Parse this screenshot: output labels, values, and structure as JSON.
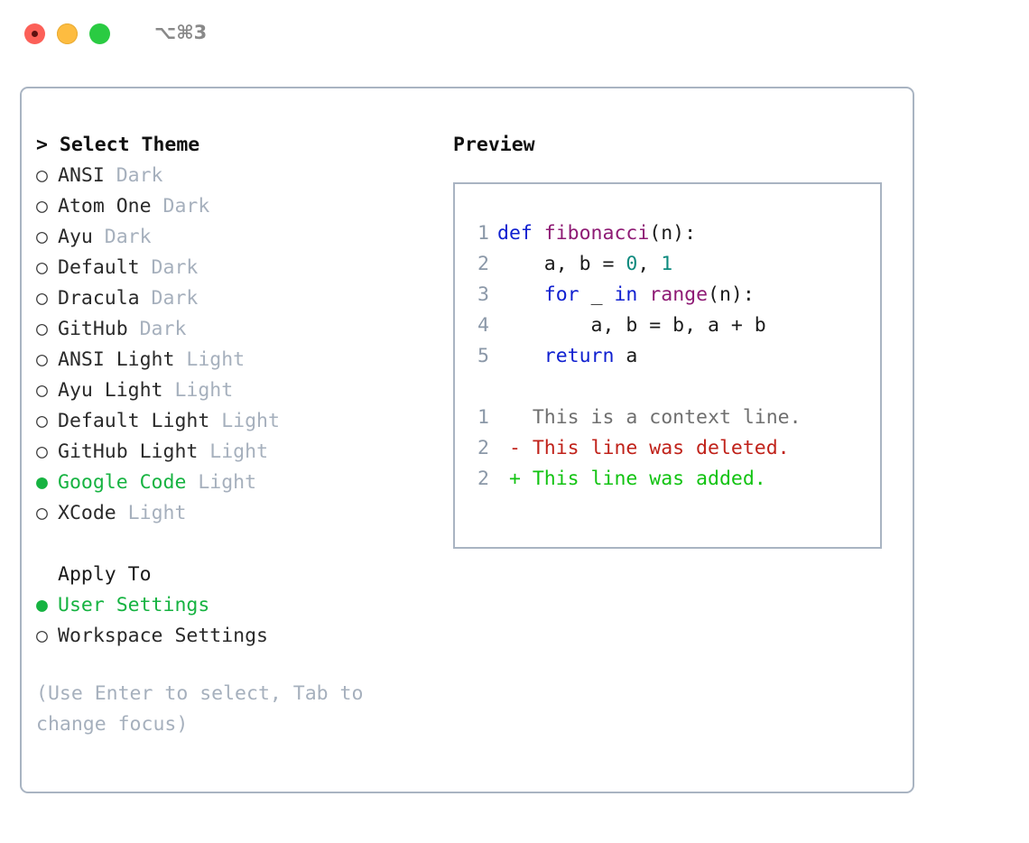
{
  "titlebar": {
    "shortcut": "⌥⌘3",
    "buttons": [
      {
        "name": "close",
        "color": "#fc6058"
      },
      {
        "name": "minimize",
        "color": "#fdbc40"
      },
      {
        "name": "maximize",
        "color": "#2acb42"
      }
    ]
  },
  "theme_section": {
    "header": "> Select Theme",
    "selected_bullet": "●",
    "unselected_bullet": "○",
    "items": [
      {
        "name": "ANSI",
        "tag": "Dark",
        "selected": false
      },
      {
        "name": "Atom One",
        "tag": "Dark",
        "selected": false
      },
      {
        "name": "Ayu",
        "tag": "Dark",
        "selected": false
      },
      {
        "name": "Default",
        "tag": "Dark",
        "selected": false
      },
      {
        "name": "Dracula",
        "tag": "Dark",
        "selected": false
      },
      {
        "name": "GitHub",
        "tag": "Dark",
        "selected": false
      },
      {
        "name": "ANSI Light",
        "tag": "Light",
        "selected": false
      },
      {
        "name": "Ayu Light",
        "tag": "Light",
        "selected": false
      },
      {
        "name": "Default Light",
        "tag": "Light",
        "selected": false
      },
      {
        "name": "GitHub Light",
        "tag": "Light",
        "selected": false
      },
      {
        "name": "Google Code",
        "tag": "Light",
        "selected": true
      },
      {
        "name": "XCode",
        "tag": "Light",
        "selected": false
      }
    ]
  },
  "apply_section": {
    "header": "Apply To",
    "items": [
      {
        "name": "User Settings",
        "selected": true
      },
      {
        "name": "Workspace Settings",
        "selected": false
      }
    ]
  },
  "hint": "(Use Enter to select, Tab to change focus)",
  "preview": {
    "header": "Preview",
    "code_lines": [
      {
        "num": "1",
        "tokens": [
          {
            "t": "def ",
            "c": "kw"
          },
          {
            "t": "fibonacci",
            "c": "fn"
          },
          {
            "t": "(n):",
            "c": "punc"
          }
        ]
      },
      {
        "num": "2",
        "tokens": [
          {
            "t": "    a, b = ",
            "c": "txt"
          },
          {
            "t": "0",
            "c": "num"
          },
          {
            "t": ", ",
            "c": "txt"
          },
          {
            "t": "1",
            "c": "num"
          }
        ]
      },
      {
        "num": "3",
        "tokens": [
          {
            "t": "    ",
            "c": "txt"
          },
          {
            "t": "for",
            "c": "kw"
          },
          {
            "t": " _ ",
            "c": "txt"
          },
          {
            "t": "in",
            "c": "kw"
          },
          {
            "t": " ",
            "c": "txt"
          },
          {
            "t": "range",
            "c": "fn"
          },
          {
            "t": "(n):",
            "c": "punc"
          }
        ]
      },
      {
        "num": "4",
        "tokens": [
          {
            "t": "        a, b = b, a + b",
            "c": "txt"
          }
        ]
      },
      {
        "num": "5",
        "tokens": [
          {
            "t": "    ",
            "c": "txt"
          },
          {
            "t": "return",
            "c": "kw"
          },
          {
            "t": " a",
            "c": "txt"
          }
        ]
      }
    ],
    "diff_lines": [
      {
        "num": "1",
        "marker": "  ",
        "text": "This is a context line.",
        "kind": "ctx"
      },
      {
        "num": "2",
        "marker": "- ",
        "text": "This line was deleted.",
        "kind": "del"
      },
      {
        "num": "2",
        "marker": "+ ",
        "text": "This line was added.",
        "kind": "add"
      }
    ]
  },
  "colors": {
    "accent_green": "#16b341",
    "muted": "#a6b0bd",
    "border": "#a9b4c2",
    "keyword": "#1020d0",
    "function": "#8e1a74",
    "number": "#0d8a7e",
    "diff_add": "#12c312",
    "diff_del": "#c0221a"
  }
}
